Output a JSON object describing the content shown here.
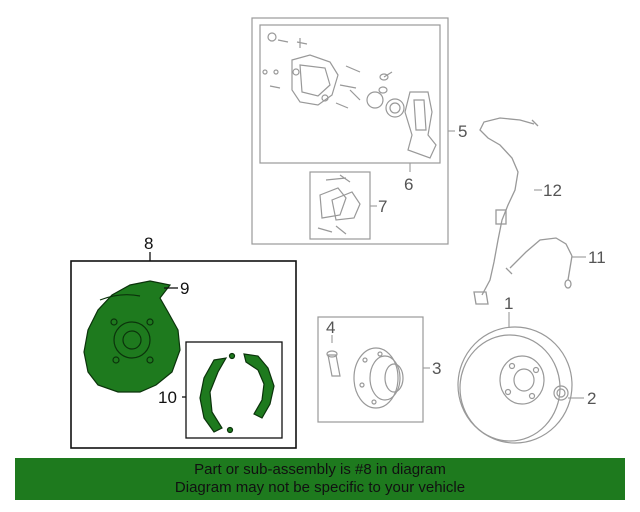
{
  "callouts": {
    "c1": "1",
    "c2": "2",
    "c3": "3",
    "c4": "4",
    "c5": "5",
    "c6": "6",
    "c7": "7",
    "c8": "8",
    "c9": "9",
    "c10": "10",
    "c11": "11",
    "c12": "12"
  },
  "banner": {
    "line1": "Part or sub-assembly is #8 in diagram",
    "line2": "Diagram may not be specific to your vehicle"
  },
  "colors": {
    "highlight": "#1e7a1e",
    "line": "#999999",
    "box_highlight": "#111111"
  }
}
